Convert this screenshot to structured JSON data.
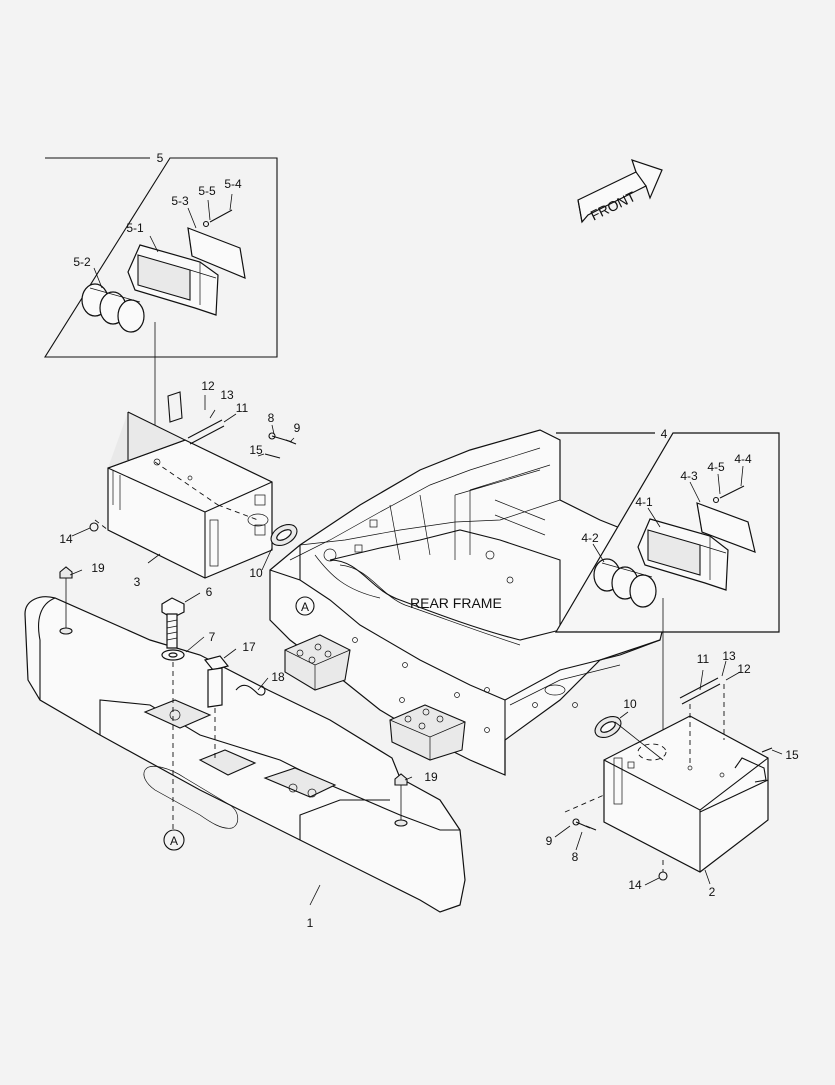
{
  "diagram": {
    "front_label": "FRONT",
    "frame_label": "REAR FRAME",
    "ref_A": "A",
    "box5": {
      "number": "5",
      "callouts": {
        "p5_1": "5-1",
        "p5_2": "5-2",
        "p5_3": "5-3",
        "p5_4": "5-4",
        "p5_5": "5-5"
      }
    },
    "box4": {
      "number": "4",
      "callouts": {
        "p4_1": "4-1",
        "p4_2": "4-2",
        "p4_3": "4-3",
        "p4_4": "4-4",
        "p4_5": "4-5"
      }
    },
    "callouts_left": {
      "c3": "3",
      "c8": "8",
      "c9": "9",
      "c10": "10",
      "c11": "11",
      "c12": "12",
      "c13": "13",
      "c14": "14",
      "c15": "15"
    },
    "callouts_counterweight": {
      "c1": "1",
      "c6": "6",
      "c7": "7",
      "c17": "17",
      "c18": "18",
      "c19a": "19",
      "c19b": "19"
    },
    "callouts_right": {
      "c2": "2",
      "c8": "8",
      "c9": "9",
      "c10": "10",
      "c11": "11",
      "c12": "12",
      "c13": "13",
      "c14": "14",
      "c15": "15"
    }
  }
}
